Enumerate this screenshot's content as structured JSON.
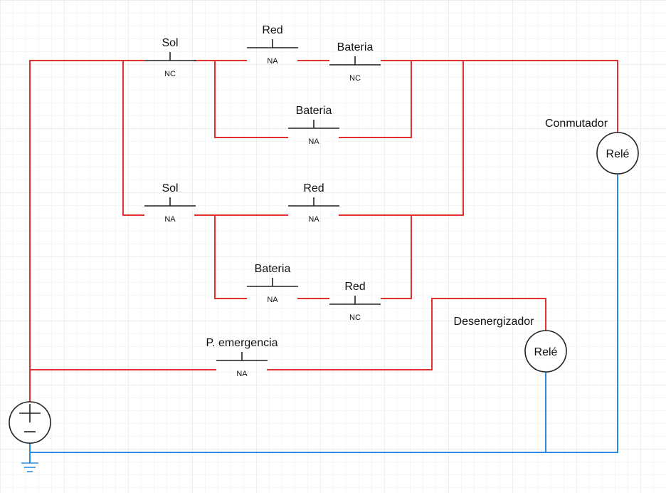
{
  "colors": {
    "live_wire": "#e03030",
    "return_wire": "#2b8be0",
    "grid": "#e6e6e6"
  },
  "contacts": {
    "row1_sol": {
      "name": "Sol",
      "type": "NC"
    },
    "row1_red": {
      "name": "Red",
      "type": "NA"
    },
    "row1_bat": {
      "name": "Bateria",
      "type": "NC"
    },
    "row2_bat": {
      "name": "Bateria",
      "type": "NA"
    },
    "row3_sol": {
      "name": "Sol",
      "type": "NA"
    },
    "row3_red": {
      "name": "Red",
      "type": "NA"
    },
    "row4_bat": {
      "name": "Bateria",
      "type": "NA"
    },
    "row4_red": {
      "name": "Red",
      "type": "NC"
    },
    "emergency": {
      "name": "P. emergencia",
      "type": "NA"
    }
  },
  "coils": {
    "conmutador": {
      "title": "Conmutador",
      "label": "Relé"
    },
    "desenergizador": {
      "title": "Desenergizador",
      "label": "Relé"
    }
  },
  "source": {
    "positive": "+",
    "negative": "−"
  },
  "icons": [
    "dc-source-icon",
    "ground-icon",
    "relay-coil-icon",
    "contact-icon"
  ]
}
